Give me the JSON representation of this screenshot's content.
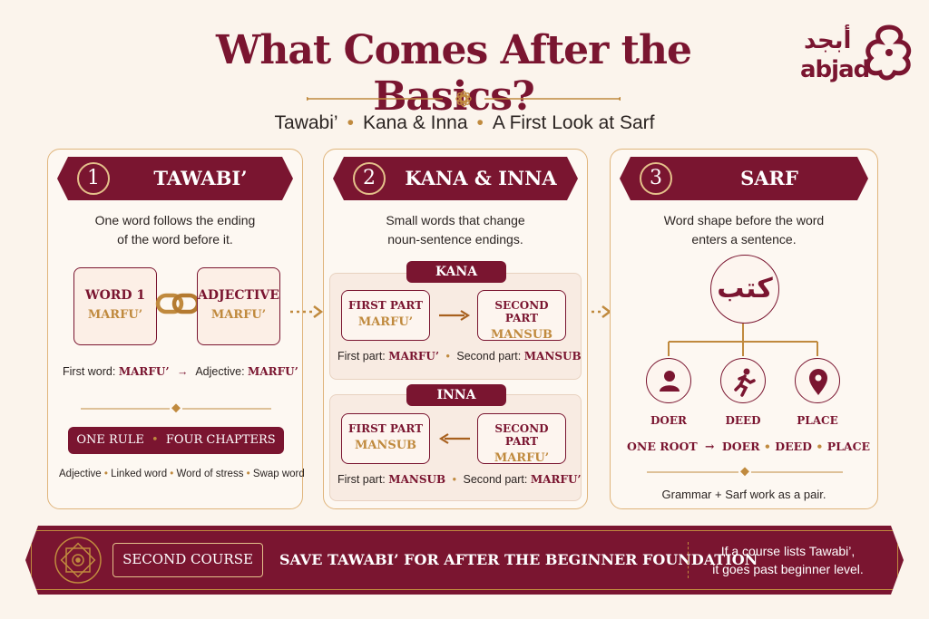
{
  "header": {
    "title": "What Comes After the Basics?",
    "subtitle": [
      "Tawabi’",
      "Kana & Inna",
      "A First Look at Sarf"
    ]
  },
  "logo": {
    "arabic": "أبجد",
    "latin": "abjad"
  },
  "cards": [
    {
      "number": "1",
      "title": "TAWABI’",
      "desc": [
        "One word follows the ending",
        "of the word before it."
      ],
      "box1": {
        "line1": "WORD 1",
        "line2": "MARFU’"
      },
      "box2": {
        "line1": "ADJECTIVE",
        "line2": "MARFU’"
      },
      "rule_left": "First word:",
      "rule_left_val": "MARFU’",
      "rule_right": "Adjective:",
      "rule_right_val": "MARFU’",
      "pill_a": "ONE RULE",
      "pill_b": "FOUR CHAPTERS",
      "chapters": [
        "Adjective",
        "Linked word",
        "Word of stress",
        "Swap word"
      ]
    },
    {
      "number": "2",
      "title": "KANA & INNA",
      "desc": [
        "Small words that change",
        "noun-sentence endings."
      ],
      "kana": {
        "label": "KANA",
        "left": {
          "line1": "FIRST PART",
          "line2": "MARFU’"
        },
        "right": {
          "line1": "SECOND PART",
          "line2": "MANSUB"
        },
        "cap_a": "First part:",
        "cap_a_val": "MARFU’",
        "cap_b": "Second part:",
        "cap_b_val": "MANSUB"
      },
      "inna": {
        "label": "INNA",
        "left": {
          "line1": "FIRST PART",
          "line2": "MANSUB"
        },
        "right": {
          "line1": "SECOND PART",
          "line2": "MARFU’"
        },
        "cap_a": "First part:",
        "cap_a_val": "MANSUB",
        "cap_b": "Second part:",
        "cap_b_val": "MARFU’"
      }
    },
    {
      "number": "3",
      "title": "SARF",
      "desc": [
        "Word shape before the word",
        "enters a sentence."
      ],
      "root": "كتب",
      "branches": [
        "DOER",
        "DEED",
        "PLACE"
      ],
      "flow": [
        "ONE ROOT",
        "DOER",
        "DEED",
        "PLACE"
      ],
      "note": "Grammar + Sarf work as a pair."
    }
  ],
  "footer": {
    "badge": "SECOND COURSE",
    "main": "SAVE TAWABI’ FOR AFTER THE BEGINNER FOUNDATION",
    "note": [
      "If a course lists Tawabi’,",
      "it goes past beginner level."
    ]
  },
  "colors": {
    "maroon": "#7a1530",
    "gold": "#c08a3e",
    "background": "#fbf4ec"
  },
  "icons": [
    "link-chain-icon",
    "arrow-right-icon",
    "arrow-left-icon",
    "person-icon",
    "runner-icon",
    "location-pin-icon",
    "flower-ornament-icon",
    "star-emblem-icon"
  ]
}
